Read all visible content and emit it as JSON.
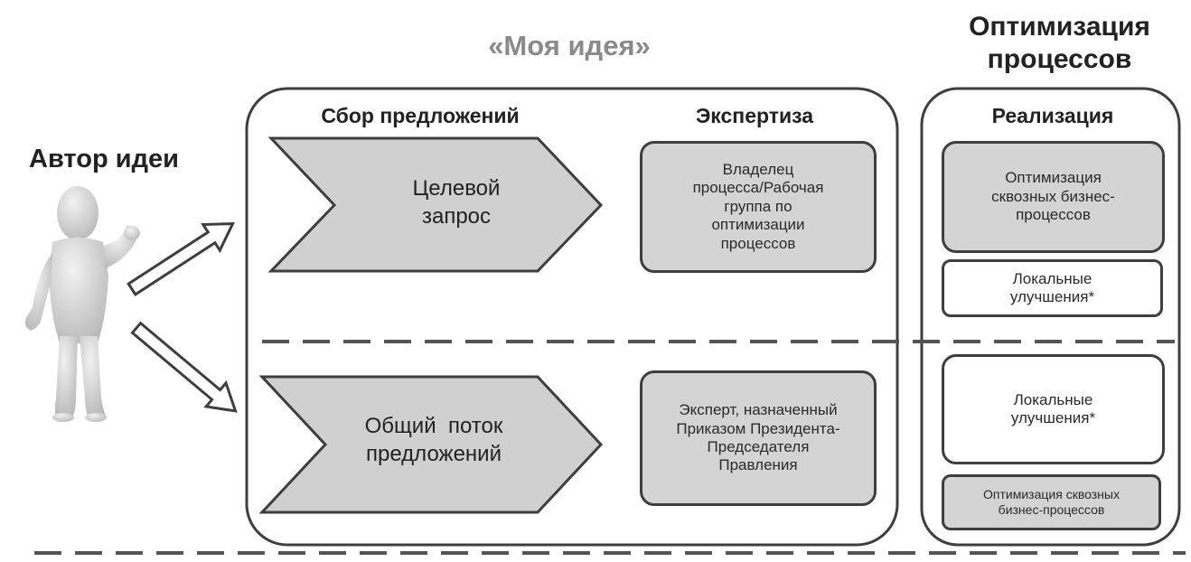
{
  "header": {
    "idea_program": "«Моя идея»",
    "optimization_title": "Оптимизация\nпроцессов"
  },
  "author": {
    "label": "Автор идеи"
  },
  "columns": {
    "collection": "Сбор предложений",
    "expertise": "Экспертиза",
    "implementation": "Реализация"
  },
  "flows": {
    "targeted": "Целевой\nзапрос",
    "general": "Общий  поток\nпредложений"
  },
  "expertise": {
    "targeted": "Владелец\nпроцесса/Рабочая\nгруппа по\nоптимизации\nпроцессов",
    "general": "Эксперт, назначенный\nПриказом Президента-\nПредседателя\nПравления"
  },
  "implementation": {
    "top_main": "Оптимизация\nсквозных бизнес-\nпроцессов",
    "top_secondary": "Локальные\nулучшения*",
    "bottom_main": "Локальные\nулучшения*",
    "bottom_secondary": "Оптимизация сквозных\nбизнес-процессов"
  },
  "colors": {
    "title_grey": "#8a8a8a",
    "box_fill": "#d4d4d4",
    "outline": "#3e3e3e"
  }
}
